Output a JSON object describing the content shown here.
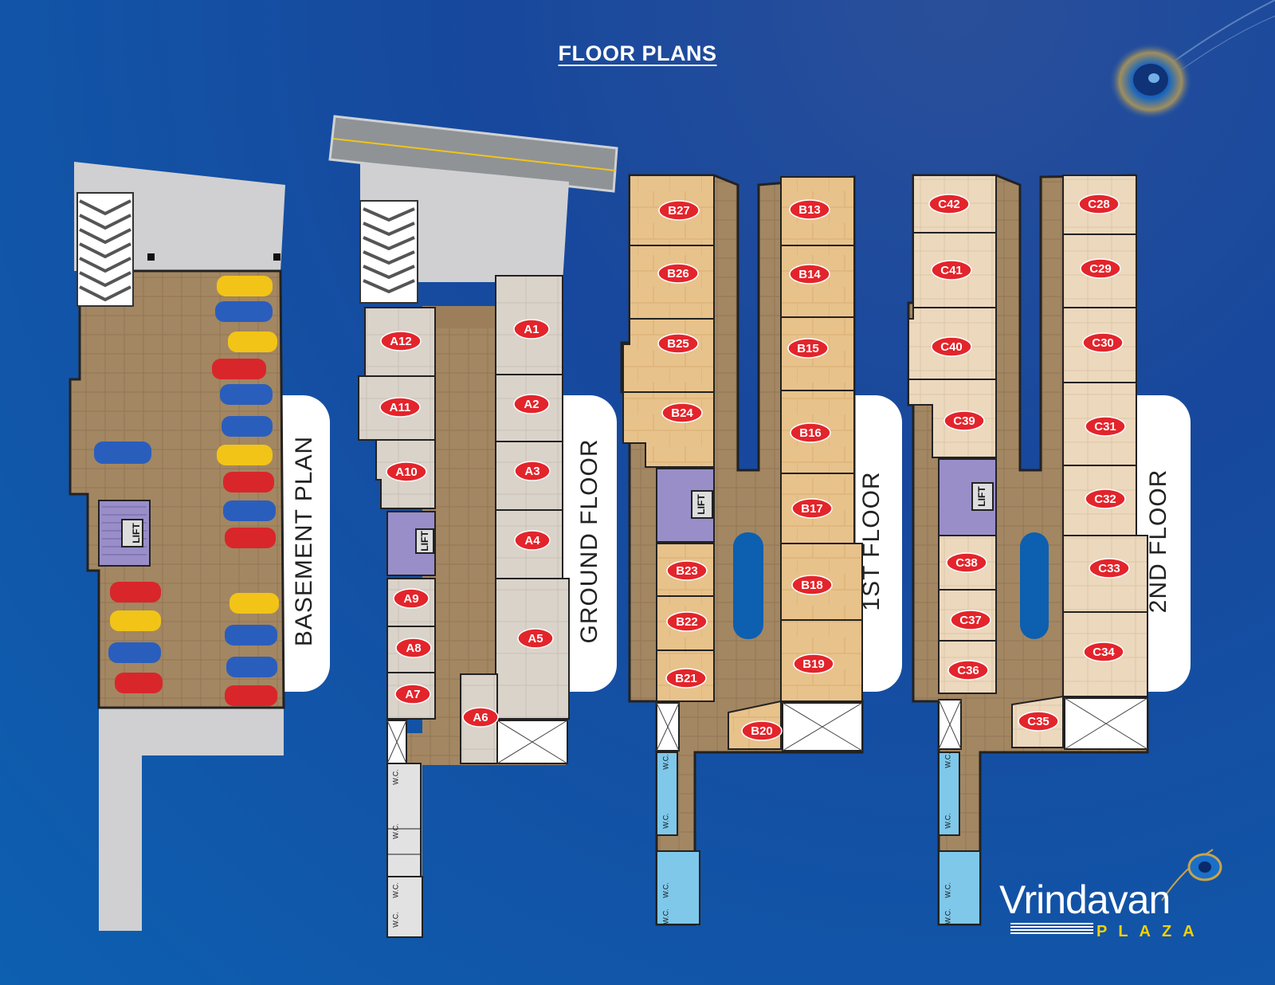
{
  "page_title": "FLOOR PLANS",
  "colors": {
    "background": "#0d5fb0",
    "floor_tile": "#a38762",
    "wood_unit": "#e8c28b",
    "grey_unit": "#d9d2c8",
    "beige_unit": "#ead6bb",
    "label_red": "#e3242b",
    "lift": "#9a8ec9",
    "wc_blue": "#7fc8ea",
    "car_yellow": "#f2c418",
    "car_blue": "#2a5ebd",
    "car_red": "#d9262b"
  },
  "floors": {
    "basement": {
      "label": "BASEMENT PLAN",
      "lift": "LIFT"
    },
    "ground": {
      "label": "GROUND FLOOR",
      "lift": "LIFT",
      "units": [
        "A1",
        "A2",
        "A3",
        "A4",
        "A5",
        "A6",
        "A7",
        "A8",
        "A9",
        "A10",
        "A11",
        "A12"
      ],
      "wc": [
        "W.C.",
        "W.C.",
        "W.C.",
        "W.C."
      ]
    },
    "first": {
      "label": "1ST FLOOR",
      "lift": "LIFT",
      "units": [
        "B13",
        "B14",
        "B15",
        "B16",
        "B17",
        "B18",
        "B19",
        "B20",
        "B21",
        "B22",
        "B23",
        "B24",
        "B25",
        "B26",
        "B27"
      ],
      "wc": [
        "W.C.",
        "W.C.",
        "W.C.",
        "W.C."
      ]
    },
    "second": {
      "label": "2ND FLOOR",
      "lift": "LIFT",
      "units": [
        "C28",
        "C29",
        "C30",
        "C31",
        "C32",
        "C33",
        "C34",
        "C35",
        "C36",
        "C37",
        "C38",
        "C39",
        "C40",
        "C41",
        "C42"
      ],
      "wc": [
        "W.C.",
        "W.C.",
        "W.C.",
        "W.C."
      ]
    }
  },
  "logo": {
    "name": "Vrindavan",
    "tagline": "PLAZA",
    "emblem": "peacock-feather-icon"
  }
}
